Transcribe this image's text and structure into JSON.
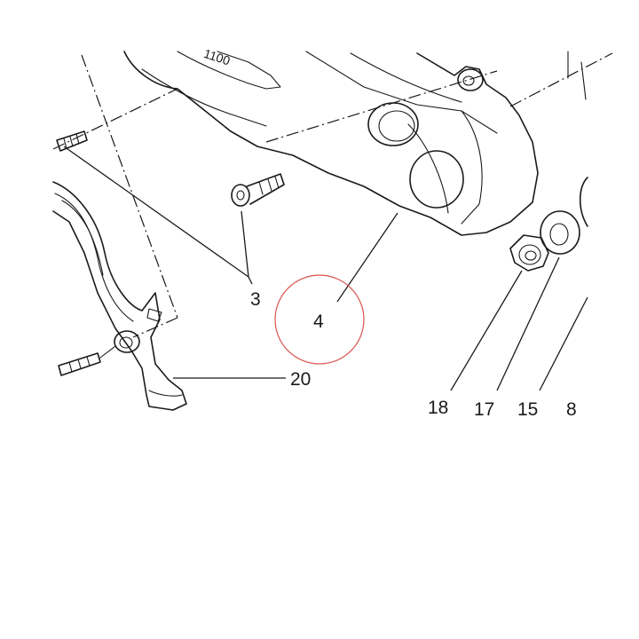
{
  "diagram": {
    "accent_circle_color": "#d9534f",
    "line_color": "#1a1a1a",
    "cover_emboss_text": "1100",
    "callouts": [
      {
        "id": "3",
        "label": "3"
      },
      {
        "id": "4",
        "label": "4"
      },
      {
        "id": "20",
        "label": "20"
      },
      {
        "id": "18",
        "label": "18"
      },
      {
        "id": "17",
        "label": "17"
      },
      {
        "id": "15",
        "label": "15"
      },
      {
        "id": "8",
        "label": "8"
      }
    ]
  }
}
